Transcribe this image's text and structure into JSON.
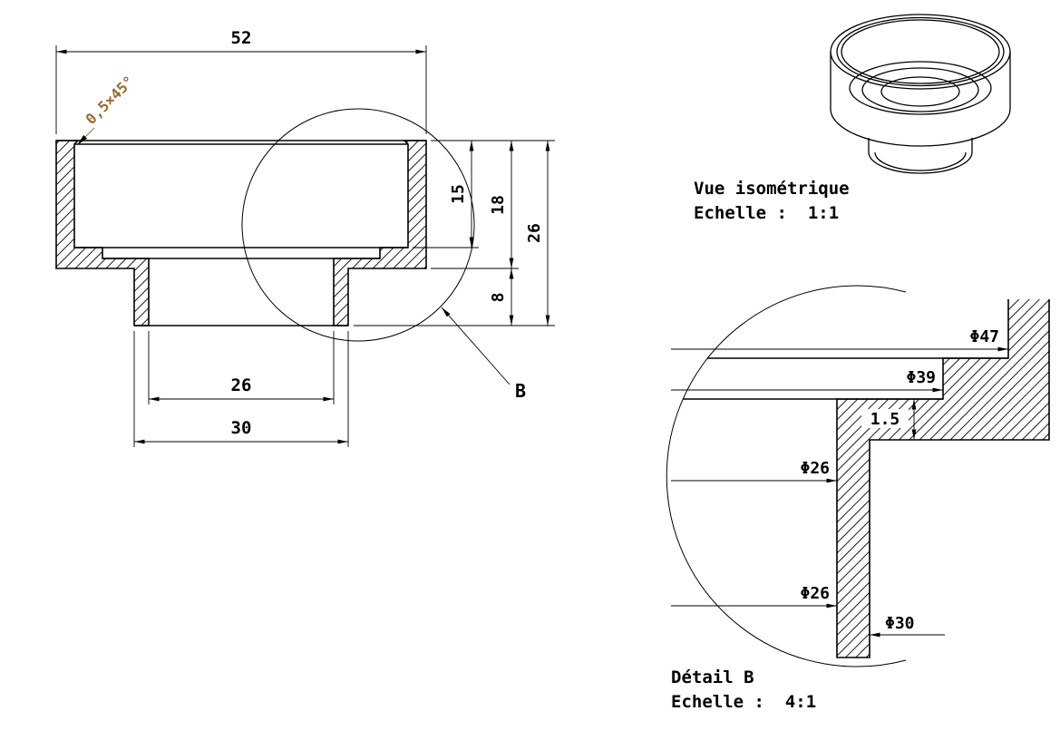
{
  "drawing": {
    "background": "#ffffff",
    "line_color": "#000000",
    "chamfer_color": "#9a6a2f",
    "main_view": {
      "dim_width_top": "52",
      "dim_chamfer": "0,5×45°",
      "dim_depth_cavity": "15",
      "dim_depth_shoulder": "18",
      "dim_height_total": "26",
      "dim_height_boss": "8",
      "dim_dia_hole": "26",
      "dim_dia_boss": "30",
      "detail_marker": "B"
    },
    "isometric_view": {
      "caption_title": "Vue isométrique",
      "caption_scale": "Echelle :  1:1"
    },
    "detail_view": {
      "dim_dia_47": "Φ47",
      "dim_dia_39": "Φ39",
      "dim_step": "1.5",
      "dim_dia_26_upper": "Φ26",
      "dim_dia_26_lower": "Φ26",
      "dim_dia_30": "Φ30",
      "caption_title": "Détail B",
      "caption_scale": "Echelle :  4:1"
    }
  }
}
